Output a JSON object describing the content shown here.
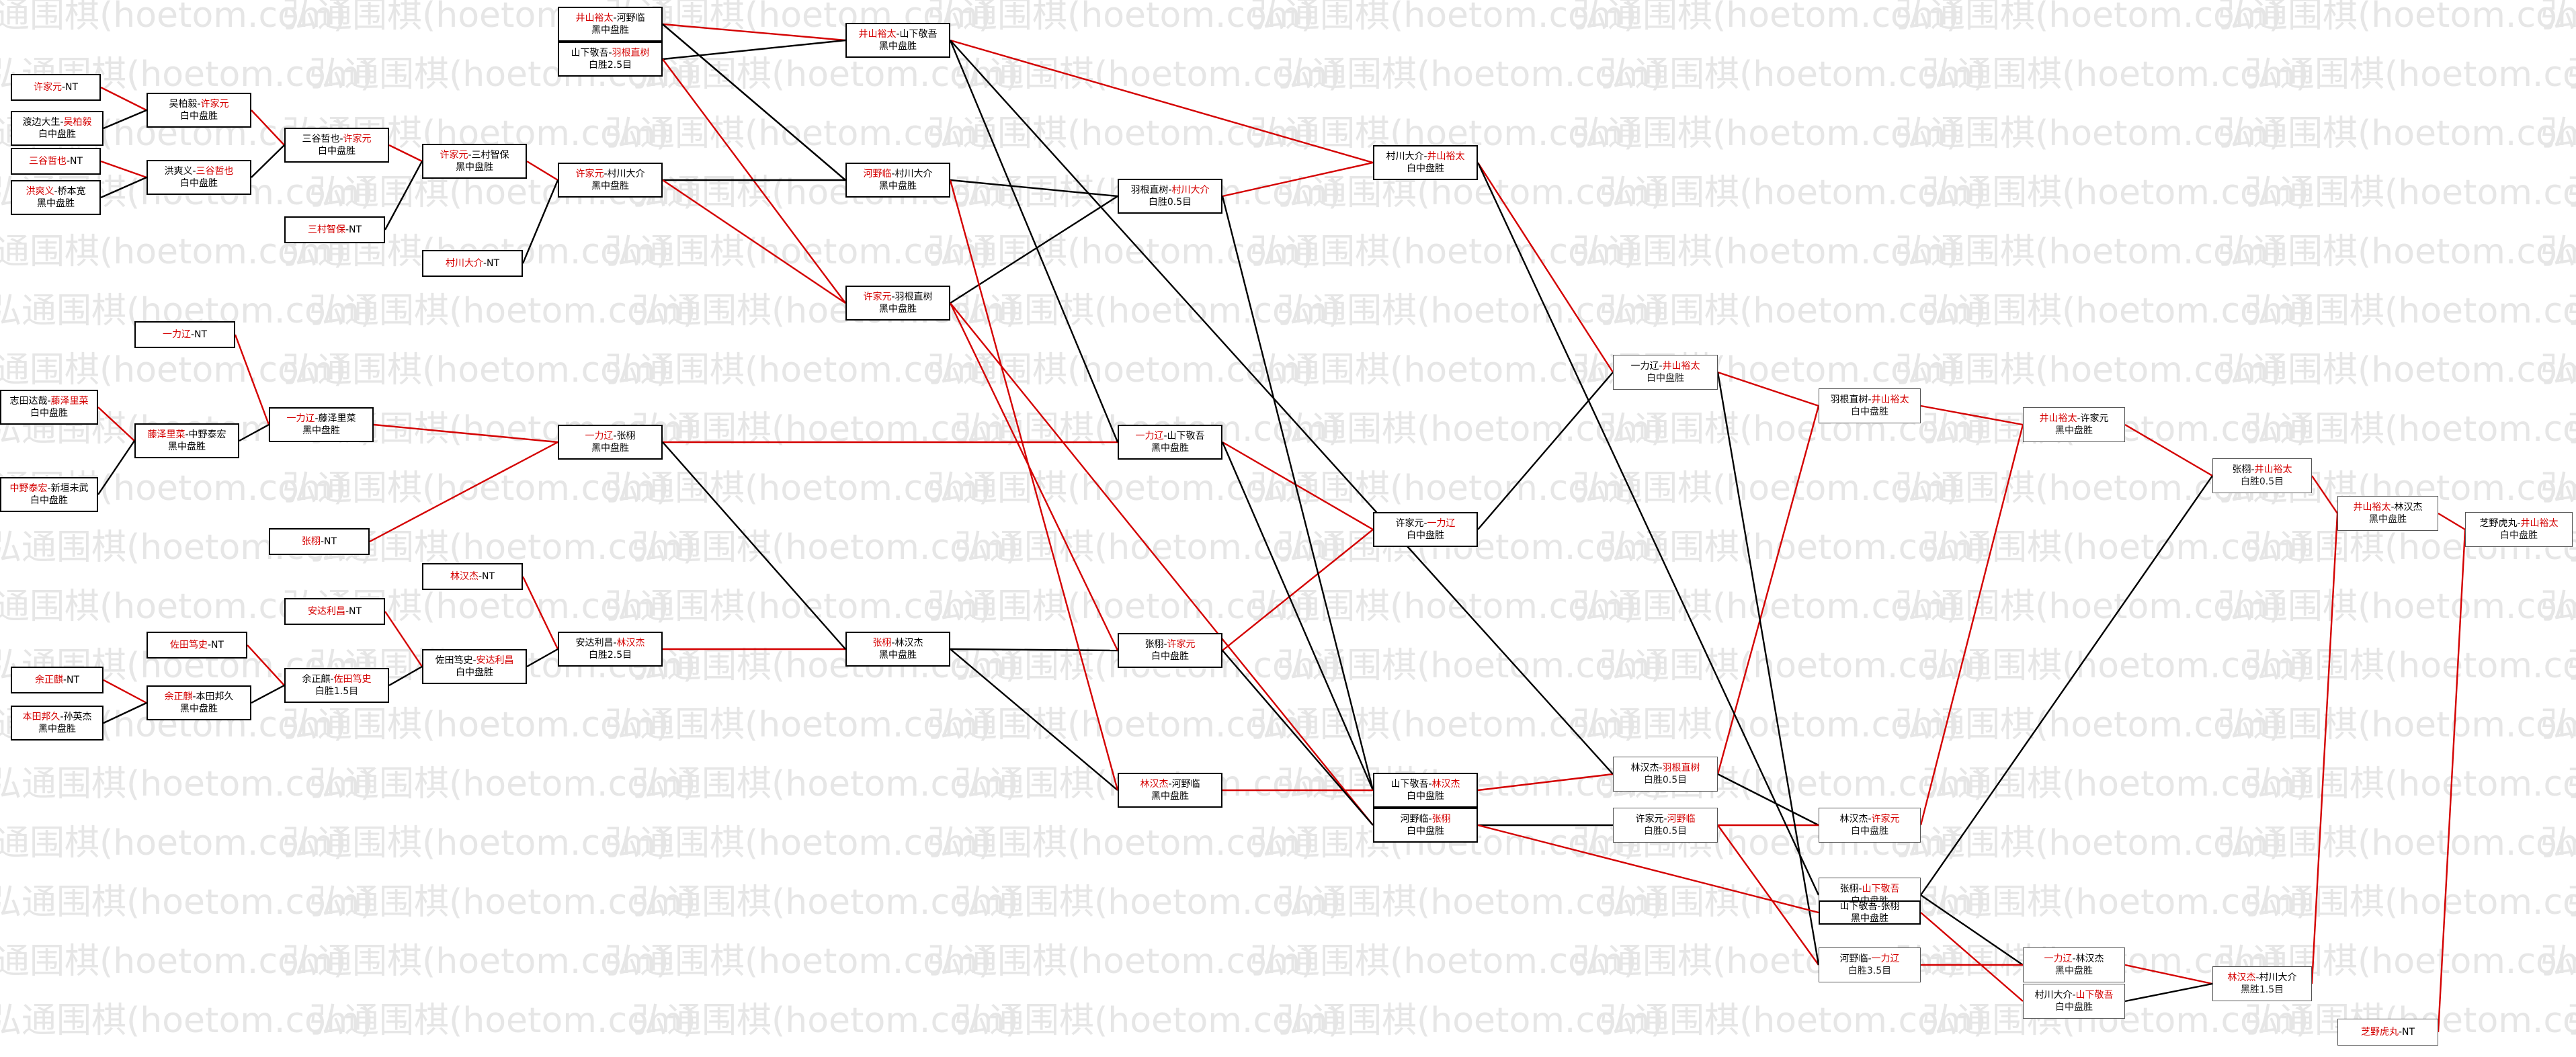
{
  "watermark": "弘通围棋(hoetom.com)",
  "colors": {
    "red": "#d40000",
    "black": "#000000"
  },
  "boxes": [
    {
      "id": "A1",
      "p1": "许家元",
      "p2": "NT",
      "w": 1
    },
    {
      "id": "A2",
      "p1": "渡边大生",
      "p2": "吴柏毅",
      "w": 2,
      "r": "白中盘胜"
    },
    {
      "id": "A3",
      "p1": "三谷哲也",
      "p2": "NT",
      "w": 1
    },
    {
      "id": "A4",
      "p1": "洪爽义",
      "p2": "桥本宽",
      "w": 1,
      "r": "黑中盘胜"
    },
    {
      "id": "B1",
      "p1": "吴柏毅",
      "p2": "许家元",
      "w": 2,
      "r": "白中盘胜"
    },
    {
      "id": "B2",
      "p1": "洪爽义",
      "p2": "三谷哲也",
      "w": 2,
      "r": "白中盘胜"
    },
    {
      "id": "C1",
      "p1": "三谷哲也",
      "p2": "许家元",
      "w": 2,
      "r": "白中盘胜"
    },
    {
      "id": "C2",
      "p1": "三村智保",
      "p2": "NT",
      "w": 1
    },
    {
      "id": "D1",
      "p1": "许家元",
      "p2": "三村智保",
      "w": 1,
      "r": "黑中盘胜"
    },
    {
      "id": "D2",
      "p1": "村川大介",
      "p2": "NT",
      "w": 1
    },
    {
      "id": "E1",
      "p1": "许家元",
      "p2": "村川大介",
      "w": 1,
      "r": "黑中盘胜"
    },
    {
      "id": "F1",
      "p1": "井山裕太",
      "p2": "河野临",
      "w": 1,
      "r": "黑中盘胜"
    },
    {
      "id": "F2",
      "p1": "山下敬吾",
      "p2": "羽根直树",
      "w": 2,
      "r": "白胜2.5目"
    },
    {
      "id": "G1",
      "p1": "井山裕太",
      "p2": "山下敬吾",
      "w": 1,
      "r": "黑中盘胜"
    },
    {
      "id": "G2",
      "p1": "河野临",
      "p2": "村川大介",
      "w": 1,
      "r": "黑中盘胜"
    },
    {
      "id": "G3",
      "p1": "许家元",
      "p2": "羽根直树",
      "w": 1,
      "r": "黑中盘胜"
    },
    {
      "id": "H1",
      "p1": "羽根直树",
      "p2": "村川大介",
      "w": 2,
      "r": "白胜0.5目"
    },
    {
      "id": "I1",
      "p1": "村川大介",
      "p2": "井山裕太",
      "w": 2,
      "r": "白中盘胜"
    },
    {
      "id": "P1",
      "p1": "一力辽",
      "p2": "NT",
      "w": 1
    },
    {
      "id": "P2",
      "p1": "志田达哉",
      "p2": "藤泽里菜",
      "w": 2,
      "r": "白中盘胜"
    },
    {
      "id": "P3",
      "p1": "中野泰宏",
      "p2": "新垣未武",
      "w": 1,
      "r": "白中盘胜"
    },
    {
      "id": "P4",
      "p1": "藤泽里菜",
      "p2": "中野泰宏",
      "w": 1,
      "r": "黑中盘胜"
    },
    {
      "id": "P5",
      "p1": "一力辽",
      "p2": "藤泽里菜",
      "w": 1,
      "r": "黑中盘胜"
    },
    {
      "id": "P6",
      "p1": "张栩",
      "p2": "NT",
      "w": 1
    },
    {
      "id": "P7",
      "p1": "一力辽",
      "p2": "张栩",
      "w": 1,
      "r": "黑中盘胜"
    },
    {
      "id": "P8",
      "p1": "一力辽",
      "p2": "山下敬吾",
      "w": 1,
      "r": "黑中盘胜"
    },
    {
      "id": "Q1",
      "p1": "林汉杰",
      "p2": "NT",
      "w": 1
    },
    {
      "id": "Q2",
      "p1": "安达利昌",
      "p2": "NT",
      "w": 1
    },
    {
      "id": "Q3",
      "p1": "佐田笃史",
      "p2": "NT",
      "w": 1
    },
    {
      "id": "Q4",
      "p1": "余正麒",
      "p2": "NT",
      "w": 1
    },
    {
      "id": "Q5",
      "p1": "本田邦久",
      "p2": "孙英杰",
      "w": 1,
      "r": "黑中盘胜"
    },
    {
      "id": "Q6",
      "p1": "余正麒",
      "p2": "本田邦久",
      "w": 1,
      "r": "黑中盘胜"
    },
    {
      "id": "Q7",
      "p1": "余正麒",
      "p2": "佐田笃史",
      "w": 2,
      "r": "白胜1.5目"
    },
    {
      "id": "Q8",
      "p1": "佐田笃史",
      "p2": "安达利昌",
      "w": 2,
      "r": "白中盘胜"
    },
    {
      "id": "Q9",
      "p1": "安达利昌",
      "p2": "林汉杰",
      "w": 2,
      "r": "白胜2.5目"
    },
    {
      "id": "R1",
      "p1": "张栩",
      "p2": "林汉杰",
      "w": 1,
      "r": "黑中盘胜"
    },
    {
      "id": "R2",
      "p1": "张栩",
      "p2": "许家元",
      "w": 2,
      "r": "白中盘胜"
    },
    {
      "id": "R3",
      "p1": "林汉杰",
      "p2": "河野临",
      "w": 1,
      "r": "黑中盘胜"
    },
    {
      "id": "S1",
      "p1": "许家元",
      "p2": "一力辽",
      "w": 2,
      "r": "白中盘胜"
    },
    {
      "id": "S2",
      "p1": "山下敬吾",
      "p2": "林汉杰",
      "w": 2,
      "r": "白中盘胜"
    },
    {
      "id": "S3",
      "p1": "河野临",
      "p2": "张栩",
      "w": 2,
      "r": "白中盘胜"
    },
    {
      "id": "T1",
      "p1": "一力辽",
      "p2": "井山裕太",
      "w": 2,
      "r": "白中盘胜"
    },
    {
      "id": "T2",
      "p1": "林汉杰",
      "p2": "羽根直树",
      "w": 2,
      "r": "白胜0.5目"
    },
    {
      "id": "T3",
      "p1": "许家元",
      "p2": "河野临",
      "w": 2,
      "r": "白胜0.5目"
    },
    {
      "id": "U1",
      "p1": "羽根直树",
      "p2": "井山裕太",
      "w": 2,
      "r": "白中盘胜"
    },
    {
      "id": "U2",
      "p1": "林汉杰",
      "p2": "许家元",
      "w": 2,
      "r": "白中盘胜"
    },
    {
      "id": "U3",
      "p1": "张栩",
      "p2": "山下敬吾",
      "w": 2,
      "r": "白中盘胜"
    },
    {
      "id": "U4",
      "p1": "山下敬吾",
      "p2": "张栩",
      "w": 0,
      "r": "黑中盘胜"
    },
    {
      "id": "U5",
      "p1": "河野临",
      "p2": "一力辽",
      "w": 2,
      "r": "白胜3.5目"
    },
    {
      "id": "V1",
      "p1": "井山裕太",
      "p2": "许家元",
      "w": 1,
      "r": "黑中盘胜"
    },
    {
      "id": "V2",
      "p1": "一力辽",
      "p2": "林汉杰",
      "w": 1,
      "r": "黑中盘胜"
    },
    {
      "id": "V3",
      "p1": "村川大介",
      "p2": "山下敬吾",
      "w": 2,
      "r": "白中盘胜"
    },
    {
      "id": "W1",
      "p1": "张栩",
      "p2": "井山裕太",
      "w": 2,
      "r": "白胜0.5目"
    },
    {
      "id": "W2",
      "p1": "林汉杰",
      "p2": "村川大介",
      "w": 1,
      "r": "黑胜1.5目"
    },
    {
      "id": "X1",
      "p1": "井山裕太",
      "p2": "林汉杰",
      "w": 1,
      "r": "黑中盘胜"
    },
    {
      "id": "Y1",
      "p1": "芝野虎丸",
      "p2": "井山裕太",
      "w": 2,
      "r": "白中盘胜"
    },
    {
      "id": "Y2",
      "p1": "芝野虎丸",
      "p2": "NT",
      "w": 1
    }
  ]
}
